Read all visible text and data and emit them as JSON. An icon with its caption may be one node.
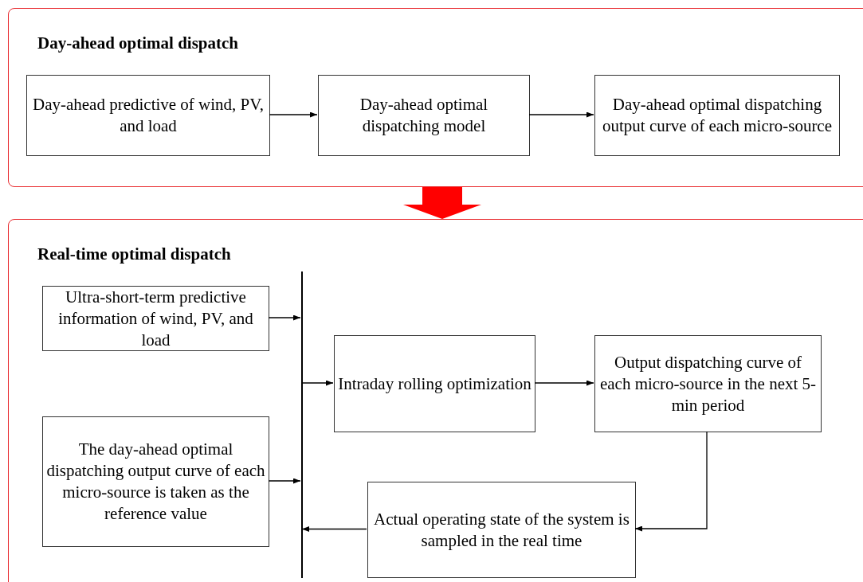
{
  "diagram": {
    "nodes": [
      {
        "text": [
          "Day-ahead optimal dispatch"
        ]
      },
      {
        "text": [
          "Day-ahead predictive of wind, PV, and load"
        ],
        "in": 0
      },
      {
        "text": [
          "Day-ahead optimal dispatching model"
        ],
        "in": 0
      },
      {
        "text": [
          "Day-ahead optimal dispatching output curve of each micro-source"
        ],
        "in": 0
      },
      {
        "text": [
          "Real-time optimal dispatch"
        ]
      },
      {
        "text": [
          "Ultra-short-term predictive information of wind, PV, and load"
        ],
        "in": 4
      },
      {
        "text": [
          "The day-ahead optimal dispatching output curve of each micro-source is taken as the reference value"
        ],
        "in": 4
      },
      {
        "text": [],
        "shape": "bar",
        "in": 4
      },
      {
        "text": [
          "Intraday rolling optimization"
        ],
        "in": 4
      },
      {
        "text": [
          "Output dispatching curve of each micro-source in the next 5-min period"
        ],
        "in": 4
      },
      {
        "text": [
          "Actual operating state of the system is sampled in the real time"
        ],
        "in": 4
      }
    ],
    "edges": [
      {
        "from": 1,
        "to": 2,
        "arrow": "to"
      },
      {
        "from": 2,
        "to": 3,
        "arrow": "to"
      },
      {
        "from": 0,
        "to": 4,
        "arrow": "to",
        "style": "thick",
        "color": "#ff0000"
      },
      {
        "from": 5,
        "to": 7,
        "arrow": "to"
      },
      {
        "from": 6,
        "to": 7,
        "arrow": "to"
      },
      {
        "from": 7,
        "to": 8,
        "arrow": "to"
      },
      {
        "from": 8,
        "to": 9,
        "arrow": "to"
      },
      {
        "from": 9,
        "to": 10,
        "arrow": "to"
      },
      {
        "from": 10,
        "to": 7,
        "arrow": "to"
      }
    ]
  }
}
